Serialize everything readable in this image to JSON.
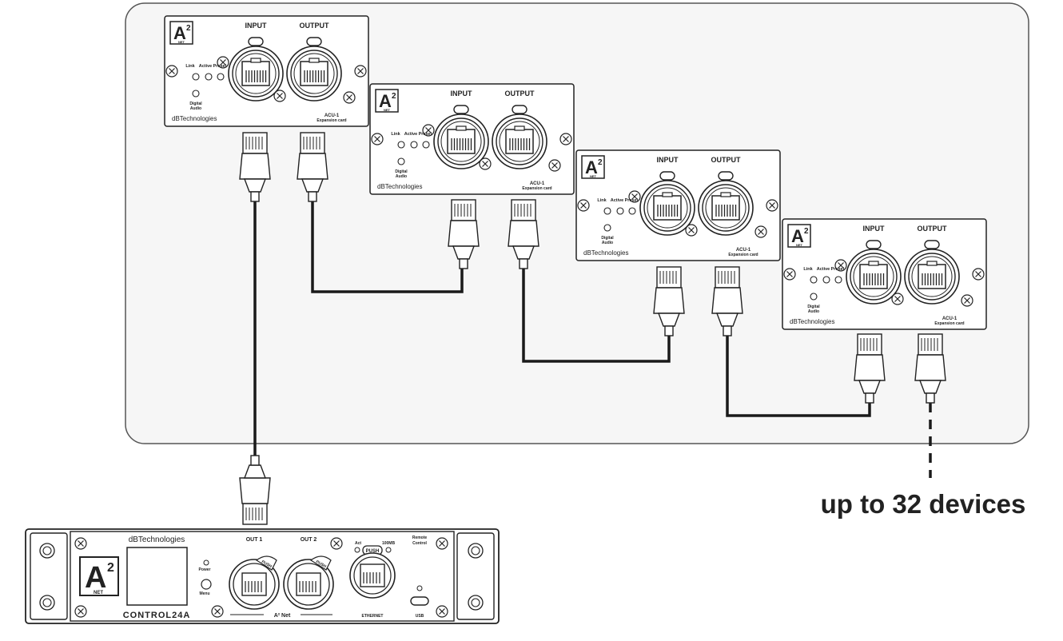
{
  "cards": [
    {
      "input_label": "INPUT",
      "output_label": "OUTPUT",
      "led_labels": [
        "Link",
        "Active",
        "Preset"
      ],
      "digital_audio": [
        "Digital",
        "Audio"
      ],
      "brand": "dBTechnologies",
      "model": "ACU-1",
      "model_sub": "Expansion card"
    },
    {
      "input_label": "INPUT",
      "output_label": "OUTPUT",
      "led_labels": [
        "Link",
        "Active",
        "Preset"
      ],
      "digital_audio": [
        "Digital",
        "Audio"
      ],
      "brand": "dBTechnologies",
      "model": "ACU-1",
      "model_sub": "Expansion card"
    },
    {
      "input_label": "INPUT",
      "output_label": "OUTPUT",
      "led_labels": [
        "Link",
        "Active",
        "Preset"
      ],
      "digital_audio": [
        "Digital",
        "Audio"
      ],
      "brand": "dBTechnologies",
      "model": "ACU-1",
      "model_sub": "Expansion card"
    },
    {
      "input_label": "INPUT",
      "output_label": "OUTPUT",
      "led_labels": [
        "Link",
        "Active",
        "Preset"
      ],
      "digital_audio": [
        "Digital",
        "Audio"
      ],
      "brand": "dBTechnologies",
      "model": "ACU-1",
      "model_sub": "Expansion card"
    }
  ],
  "logo": {
    "main": "A",
    "sup": "2",
    "sub": "NET"
  },
  "controller": {
    "brand": "dBTechnologies",
    "name": "CONTROL24A",
    "out1": "OUT 1",
    "out2": "OUT 2",
    "push": "PUSH",
    "net_label": "A² Net",
    "power": "Power",
    "menu": "Menu",
    "act": "Act",
    "speed": "100MB",
    "remote": [
      "Remote",
      "Control"
    ],
    "ethernet": "ETHERNET",
    "usb": "USB"
  },
  "caption": "up to 32 devices",
  "colors": {
    "stroke": "#222222",
    "panel_fill": "#f6f6f6",
    "rack_fill": "#ffffff",
    "cable": "#1a1a1a"
  }
}
